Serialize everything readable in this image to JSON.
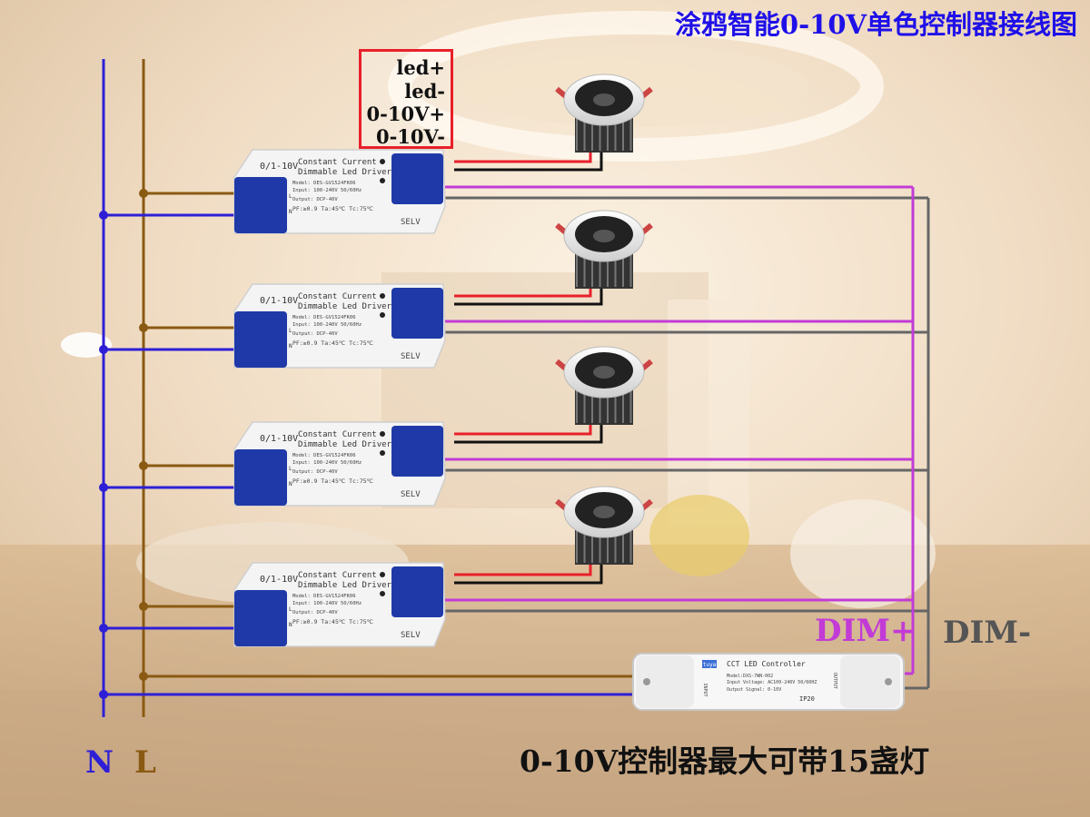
{
  "title": "涂鸦智能0-10V单色控制器接线图",
  "legend": [
    "led+",
    "led-",
    "0-10V+",
    "0-10V-"
  ],
  "footer": "0-10V控制器最大可带15盏灯",
  "dim_plus": "DIM+",
  "dim_minus": "DIM-",
  "neutral_label": "N",
  "live_label": "L",
  "driver": {
    "brand_text": "0/1-10V",
    "line1": "Constant Current",
    "line2": "Dimmable Led Driver",
    "model": "Model: DES-GV1524FK06",
    "input": "Input: 100-240V  50/60Hz",
    "output": "Output: DCP-40V",
    "pf": "PF:≥0.9  Ta:45℃  Tc:75℃",
    "selv": "SELV",
    "terminal_n": "N",
    "terminal_l": "L"
  },
  "controller": {
    "brand": "tuya",
    "name": "CCT LED Controller",
    "model": "Model:DXS-7WN-002",
    "voltage": "Input Voltage: AC100-240V  50/60HZ",
    "signal": "Output Signal: 0-10V",
    "ip": "IP20",
    "input_label": "INPUT",
    "output_label": "OUTPUT"
  },
  "colors": {
    "neutral": "#2e1fd6",
    "live": "#8a5a12",
    "led_plus": "#e8202a",
    "led_minus": "#111111",
    "dim_plus": "#c23bd6",
    "dim_minus": "#666666",
    "title": "#1f10e8"
  }
}
